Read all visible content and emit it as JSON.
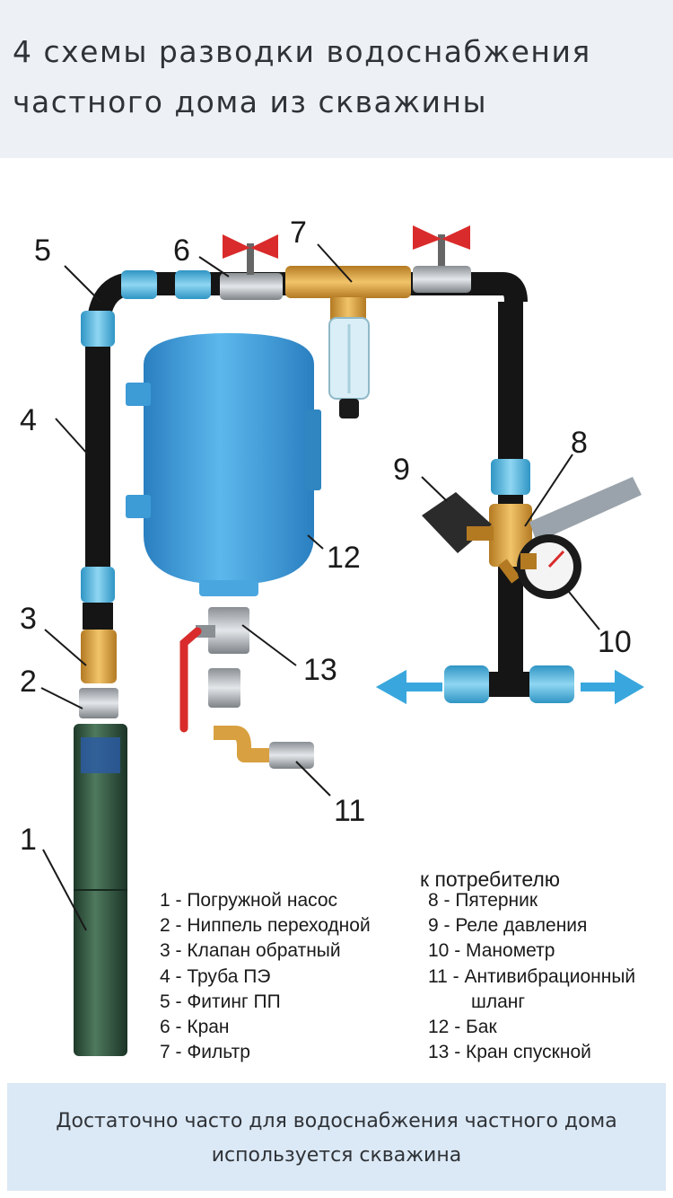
{
  "header": {
    "title_line1": "4 схемы разводки водоснабжения",
    "title_line2": "частного дома из скважины"
  },
  "diagram": {
    "callouts": [
      "1",
      "2",
      "3",
      "4",
      "5",
      "6",
      "7",
      "8",
      "9",
      "10",
      "11",
      "12",
      "13"
    ],
    "consumer_label": "к потребителю",
    "legend_left": [
      "1 - Погружной насос",
      "2 - Ниппель переходной",
      "3 - Клапан обратный",
      "4 - Труба ПЭ",
      "5 - Фитинг ПП",
      "6 - Кран",
      "7 - Фильтр"
    ],
    "legend_right": [
      "8 - Пятерник",
      "9 - Реле давления",
      "10 - Манометр",
      "11 - Антивибрационный",
      "шланг",
      "12 - Бак",
      "13 - Кран спускной"
    ],
    "colors": {
      "pipe": "#151515",
      "fitting_blue": "#4fb3d9",
      "brass": "#d8a040",
      "tank_blue": "#3d9bd6",
      "valve_red": "#d92b2b",
      "arrow_blue": "#39a7dd",
      "pump_green": "#2e4f3a"
    }
  },
  "footer": {
    "caption_line1": "Достаточно часто для водоснабжения частного дома",
    "caption_line2": "используется скважина"
  }
}
